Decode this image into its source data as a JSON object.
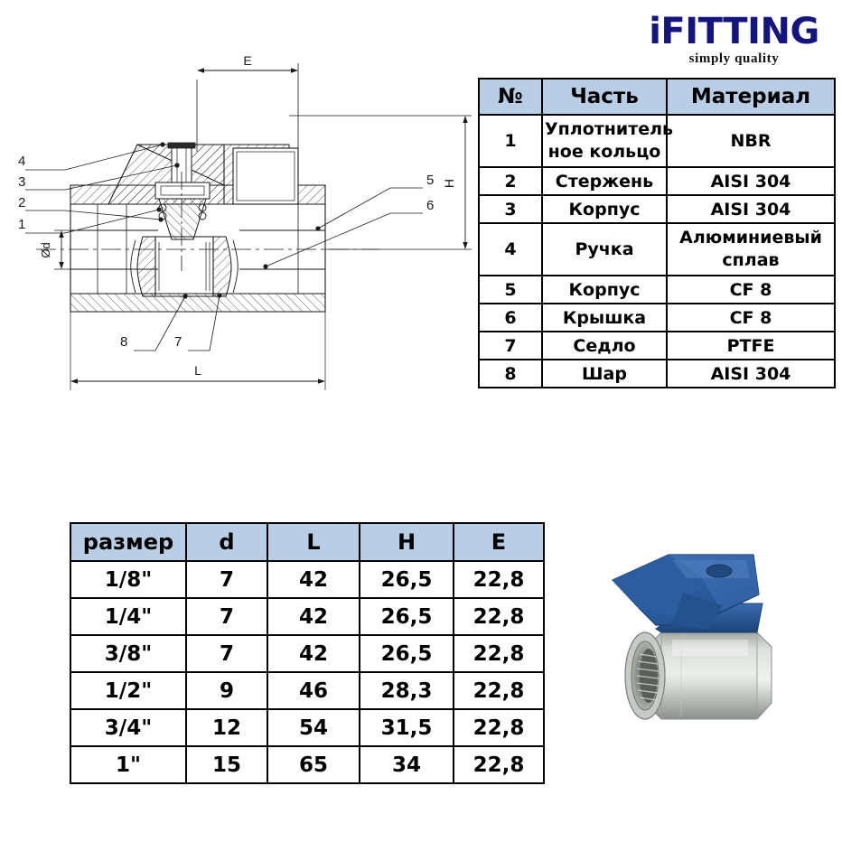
{
  "logo": {
    "word": "iFITTING",
    "tagline": "simply quality",
    "color": "#151580"
  },
  "parts_table": {
    "headers": [
      "№",
      "Часть",
      "Материал"
    ],
    "header_fill": "#b9cde5",
    "rows": [
      {
        "no": "1",
        "part_line1": "Уплотнитель",
        "part_line2": "ное кольцо",
        "material": "NBR"
      },
      {
        "no": "2",
        "part_line1": "Стержень",
        "part_line2": "",
        "material": "AISI 304"
      },
      {
        "no": "3",
        "part_line1": "Корпус",
        "part_line2": "",
        "material": "AISI 304"
      },
      {
        "no": "4",
        "part_line1": "Ручка",
        "part_line2": "",
        "material_line1": "Алюминиевый",
        "material_line2": "сплав",
        "material": "Алюминиевый сплав"
      },
      {
        "no": "5",
        "part_line1": "Корпус",
        "part_line2": "",
        "material": "CF 8"
      },
      {
        "no": "6",
        "part_line1": "Крышка",
        "part_line2": "",
        "material": "CF 8"
      },
      {
        "no": "7",
        "part_line1": "Седло",
        "part_line2": "",
        "material": "PTFE"
      },
      {
        "no": "8",
        "part_line1": "Шар",
        "part_line2": "",
        "material": "AISI 304"
      }
    ]
  },
  "dimensions_table": {
    "headers": [
      "размер",
      "d",
      "L",
      "H",
      "E"
    ],
    "header_fill": "#b9cde5",
    "rows": [
      {
        "size": "1/8\"",
        "d": "7",
        "L": "42",
        "H": "26,5",
        "E": "22,8"
      },
      {
        "size": "1/4\"",
        "d": "7",
        "L": "42",
        "H": "26,5",
        "E": "22,8"
      },
      {
        "size": "3/8\"",
        "d": "7",
        "L": "42",
        "H": "26,5",
        "E": "22,8"
      },
      {
        "size": "1/2\"",
        "d": "9",
        "L": "46",
        "H": "28,3",
        "E": "22,8"
      },
      {
        "size": "3/4\"",
        "d": "12",
        "L": "54",
        "H": "31,5",
        "E": "22,8"
      },
      {
        "size": "1\"",
        "d": "15",
        "L": "65",
        "H": "34",
        "E": "22,8"
      }
    ]
  },
  "drawing": {
    "dimension_labels": {
      "E": "E",
      "H": "H",
      "L": "L",
      "d": "Ød"
    },
    "callouts": [
      "4",
      "3",
      "2",
      "1",
      "5",
      "6",
      "8",
      "7"
    ]
  },
  "photo": {
    "handle_color": "#2f62a8",
    "handle_color_dark": "#20457a",
    "body_color": "#c9ccc9",
    "body_color_dark": "#8f938f",
    "alt": "mini ball valve with blue wing handle"
  }
}
